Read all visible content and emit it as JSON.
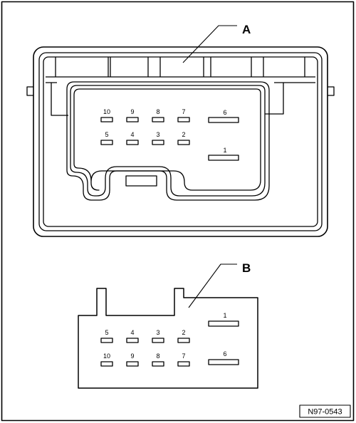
{
  "callouts": {
    "a": "A",
    "b": "B"
  },
  "reference_code": "N97-0543",
  "connector_a": {
    "pins": [
      {
        "label": "10"
      },
      {
        "label": "9"
      },
      {
        "label": "8"
      },
      {
        "label": "7"
      },
      {
        "label": "5"
      },
      {
        "label": "4"
      },
      {
        "label": "3"
      },
      {
        "label": "2"
      },
      {
        "label": "6"
      },
      {
        "label": "1"
      }
    ]
  },
  "connector_b": {
    "pins": [
      {
        "label": "5"
      },
      {
        "label": "4"
      },
      {
        "label": "3"
      },
      {
        "label": "2"
      },
      {
        "label": "10"
      },
      {
        "label": "9"
      },
      {
        "label": "8"
      },
      {
        "label": "7"
      },
      {
        "label": "1"
      },
      {
        "label": "6"
      }
    ]
  }
}
